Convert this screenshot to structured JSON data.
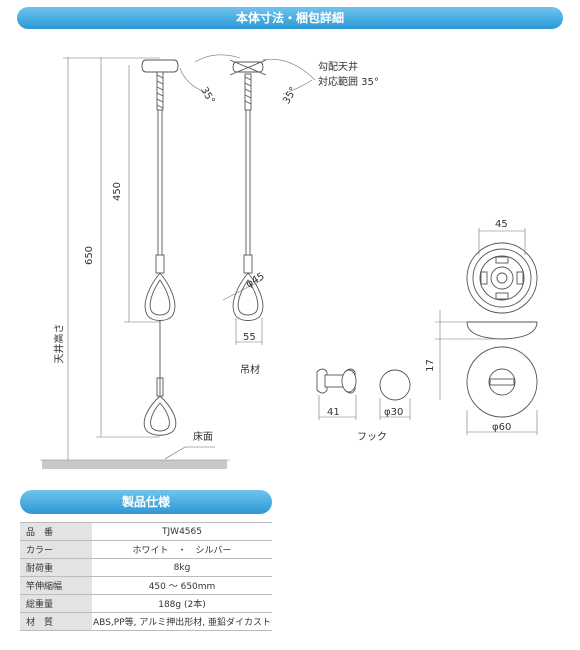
{
  "header": {
    "title": "本体寸法・梱包詳細"
  },
  "drawing": {
    "ceiling_note_1": "勾配天井",
    "ceiling_note_2": "対応範囲 35°",
    "angle_left": "35°",
    "angle_right": "35°",
    "dim_450": "450",
    "dim_650": "650",
    "ceiling_height": "天井高さ",
    "floor": "床面",
    "dim_phi45": "φ45",
    "dim_55": "55",
    "caption_hanger": "吊材",
    "dim_41": "41",
    "dim_phi30": "φ30",
    "caption_hook": "フック",
    "dim_45": "45",
    "dim_17": "17",
    "dim_phi60": "φ60"
  },
  "spec": {
    "title": "製品仕様",
    "rows": [
      {
        "key": "品　番",
        "value": "TJW4565"
      },
      {
        "key": "カラー",
        "value": "ホワイト　・　シルバー"
      },
      {
        "key": "耐荷重",
        "value": "8kg"
      },
      {
        "key": "竿伸縮幅",
        "value": "450 ～ 650mm"
      },
      {
        "key": "総重量",
        "value": "188g (2本)"
      },
      {
        "key": "材　質",
        "value": "ABS,PP等, アルミ押出形材, 亜鉛ダイカスト"
      }
    ]
  }
}
